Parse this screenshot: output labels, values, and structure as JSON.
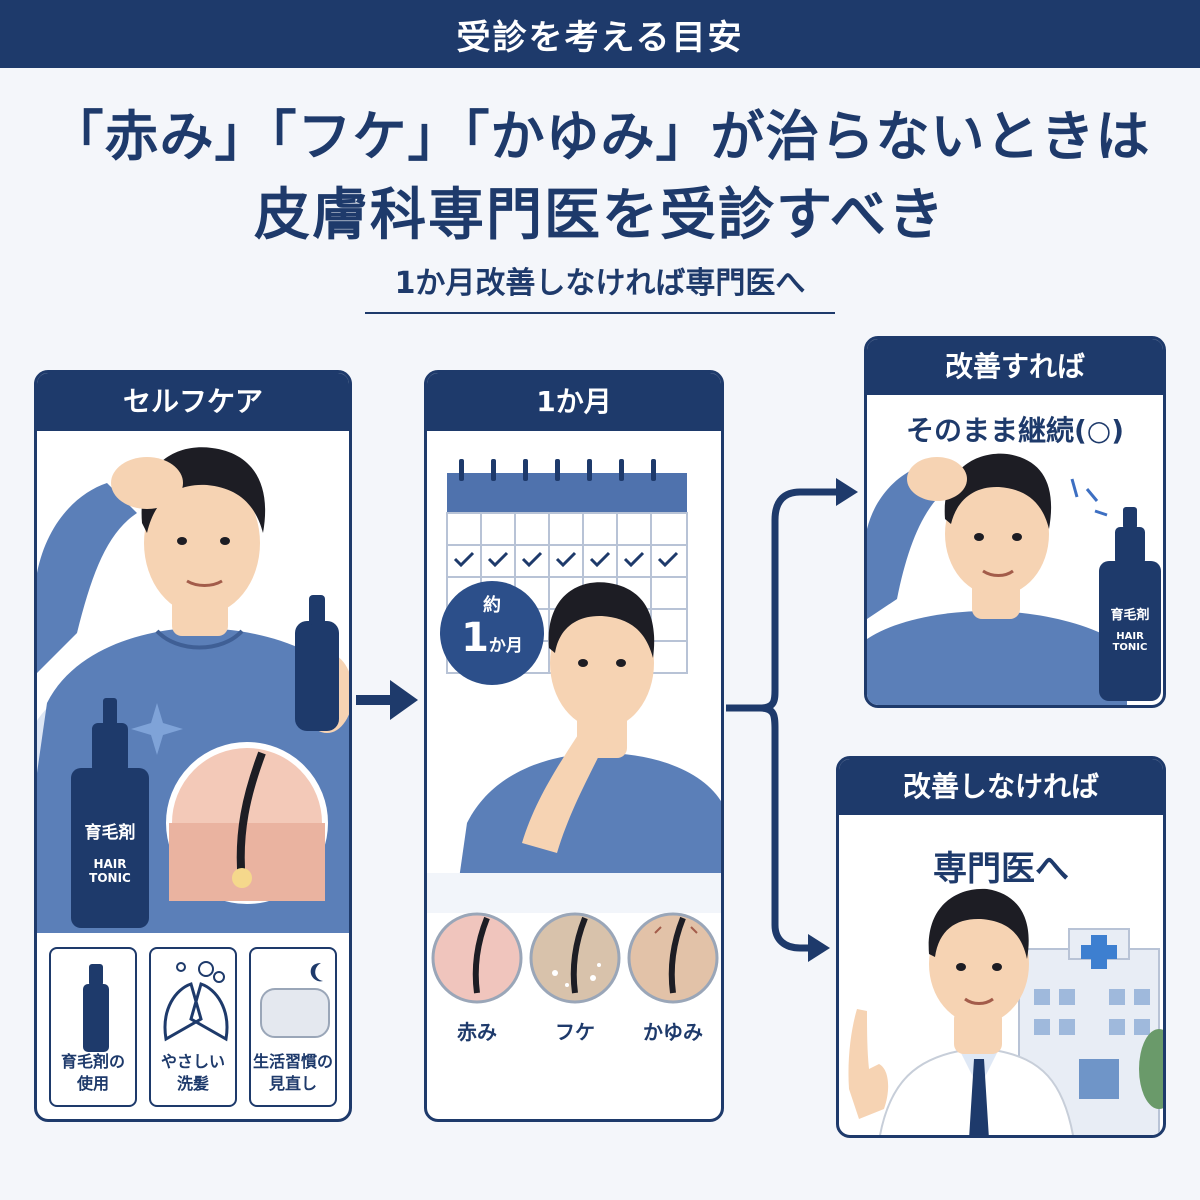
{
  "banner": {
    "title": "受診を考える目安"
  },
  "headline": {
    "line1": "「赤み」「フケ」「かゆみ」が治らないときは",
    "line2": "皮膚科専門医を受診すべき",
    "sub": "1か月改善しなければ専門医へ"
  },
  "selfcare": {
    "title": "セルフケア",
    "bottle": {
      "jp": "育毛剤",
      "en1": "HAIR",
      "en2": "TONIC"
    },
    "tips": [
      {
        "line1": "育毛剤の",
        "line2": "使用"
      },
      {
        "line1": "やさしい",
        "line2": "洗髪"
      },
      {
        "line1": "生活習慣の",
        "line2": "見直し"
      }
    ]
  },
  "month": {
    "title": "1か月",
    "badge_small": "約",
    "badge_big": "1",
    "badge_unit": "か月",
    "symptoms": [
      "赤み",
      "フケ",
      "かゆみ"
    ]
  },
  "improved": {
    "title": "改善すれば",
    "message": "そのまま継続(○)",
    "bottle": {
      "jp": "育毛剤",
      "en1": "HAIR",
      "en2": "TONIC"
    }
  },
  "not_improved": {
    "title": "改善しなければ",
    "message": "専門医へ"
  },
  "colors": {
    "navy": "#1e3a6b",
    "shirt": "#5b7fb8",
    "skin": "#f6d3b3",
    "hair": "#1d1d24"
  }
}
